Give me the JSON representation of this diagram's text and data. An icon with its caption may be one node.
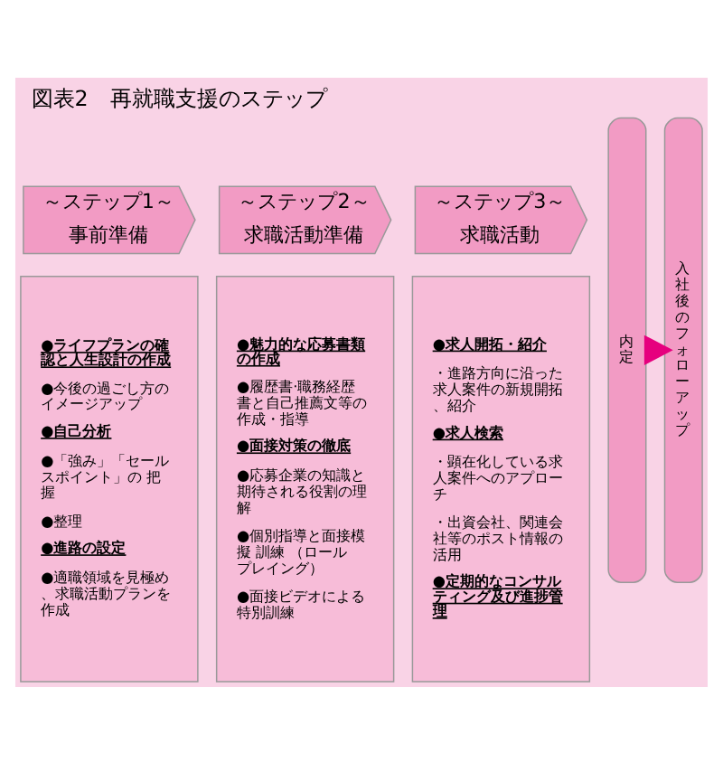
{
  "diagram": {
    "title": "図表2　再就職支援のステップ",
    "nodes": [
      {
        "text": [
          "～ステップ1～",
          "事前準備"
        ]
      },
      {
        "text": [
          "●ライフプランの確認と人生設計の作成",
          "●今後の過ごし方のイメージアップ",
          "●自己分析",
          "●「強み」「セールスポイント」の 把握",
          "●整理",
          "●進路の設定",
          "●適職領域を見極め、求職活動プランを作成"
        ]
      },
      {
        "text": [
          "～ステップ2～",
          "求職活動準備"
        ]
      },
      {
        "text": [
          "●魅力的な応募書類の作成",
          "●履歴書·職務経歴書と自己推薦文等の作成・指導",
          "●面接対策の徹底",
          "●応募企業の知識と期待される役割の理解",
          "●個別指導と面接模擬 訓練 （ロールプレイング）",
          "●面接ビデオによる特別訓練"
        ]
      },
      {
        "text": [
          "～ステップ3～",
          "求職活動"
        ]
      },
      {
        "text": [
          "●求人開拓・紹介",
          "・進路方向に沿った求人案件の新規開拓、紹介",
          "●求人検索",
          "・顕在化している求人案件へのアプローチ",
          "・出資会社、関連会社等のポスト情報の活用",
          "●定期的なコンサルティング及び進捗管理"
        ]
      },
      {
        "text": [
          "内定"
        ]
      },
      {
        "text": [
          "入社後のフォローアップ"
        ]
      }
    ],
    "edges": [
      {
        "from": 6,
        "to": 7,
        "arrow": "to",
        "style": "thick",
        "color": "#e6007e"
      }
    ]
  }
}
